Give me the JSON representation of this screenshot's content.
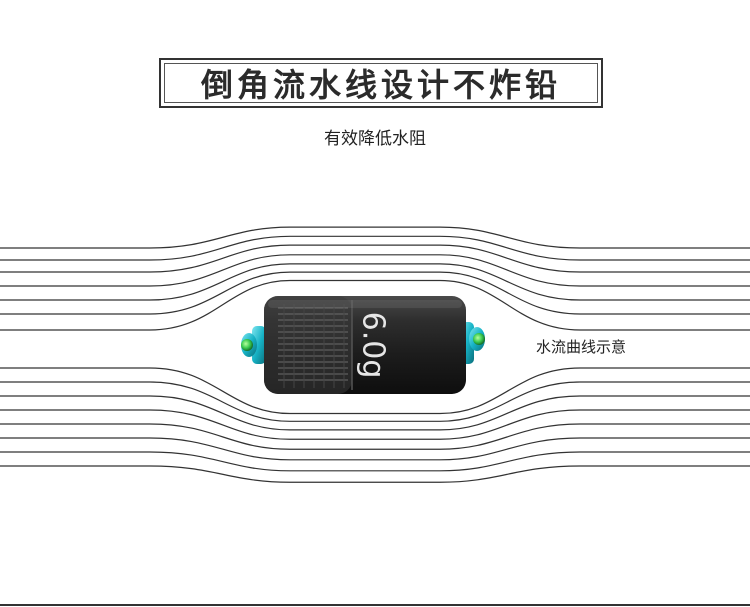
{
  "title": "倒角流水线设计不炸铅",
  "subtitle": "有效降低水阻",
  "product": {
    "weight_label": "6.0g"
  },
  "caption": "水流曲线示意",
  "colors": {
    "background": "#ffffff",
    "flow_lines": "#333333",
    "body": "#2a2a2a",
    "end_cap": "#15b8c9",
    "bead": "#3fd35c"
  }
}
